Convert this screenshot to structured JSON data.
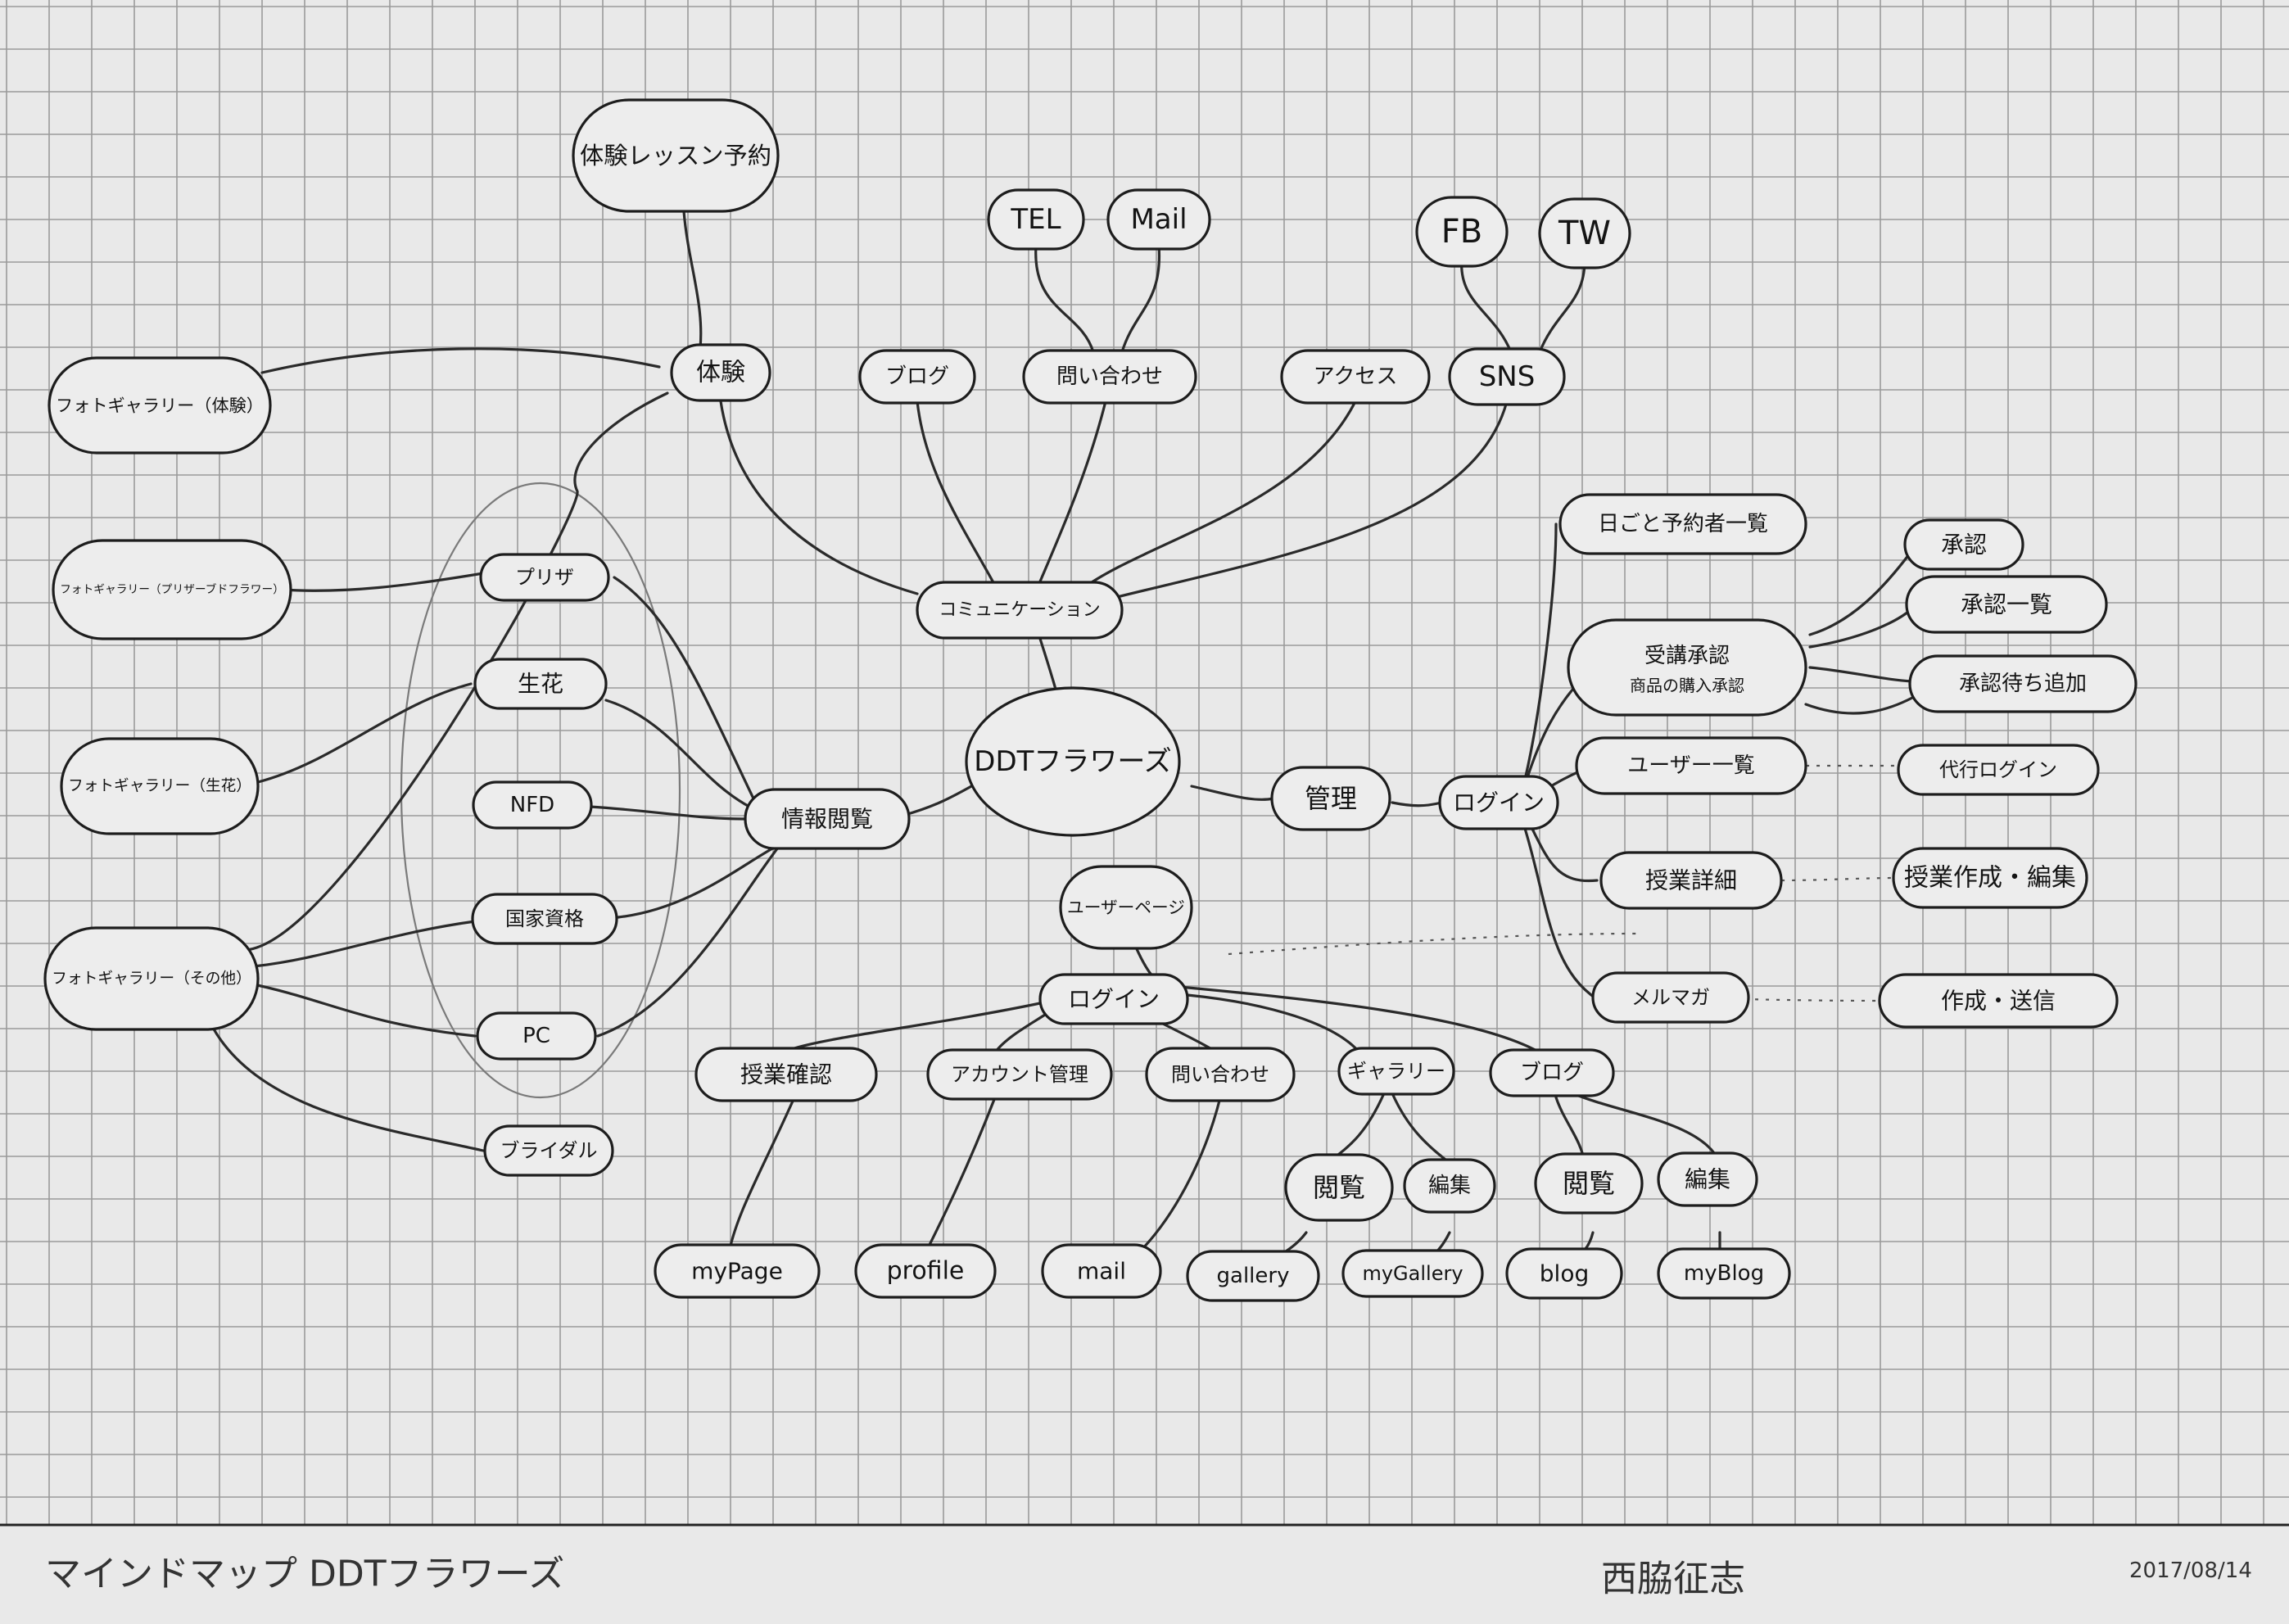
{
  "sheet": {
    "title": "マインドマップ DDTフラワーズ",
    "author": "西脇征志",
    "date": "2017/08/14"
  },
  "mindmap": {
    "root": "DDTフラワーズ",
    "nodes": {
      "taiken_lesson": "体験レッスン予約",
      "photo_taiken": "フォトギャラリー（体験）",
      "photo_prizer": "フォトギャラリー（プリザーブドフラワー）",
      "photo_seika": "フォトギャラリー（生花）",
      "photo_other": "フォトギャラリー（その他）",
      "taiken": "体験",
      "blog": "ブログ",
      "toiawase": "問い合わせ",
      "access": "アクセス",
      "sns": "SNS",
      "tel": "TEL",
      "mail": "Mail",
      "fb": "FB",
      "tw": "TW",
      "comm": "コミュニケーション",
      "prizer": "プリザ",
      "seika": "生花",
      "nfd": "NFD",
      "kokka": "国家資格",
      "pc": "PC",
      "bridal": "ブライダル",
      "joho": "情報閲覧",
      "kanri": "管理",
      "login_admin": "ログイン",
      "nichiji": "日ごと予約者一覧",
      "juko": "受講承認",
      "juko_sub": "商品の購入承認",
      "shonin": "承認",
      "shonin_list": "承認一覧",
      "shonin_machi": "承認待ち追加",
      "user_list": "ユーザー一覧",
      "dairi": "代行ログイン",
      "jugyo_shosai": "授業詳細",
      "jugyo_sakusei": "授業作成・編集",
      "mailmaga": "メルマガ",
      "sakusei_soshin": "作成・送信",
      "user_page": "ユーザーページ",
      "login_user": "ログイン",
      "jugyo_kakunin": "授業確認",
      "account": "アカウント管理",
      "toiawase_u": "問い合わせ",
      "gallery": "ギャラリー",
      "blog_u": "ブログ",
      "etsuran_g": "閲覧",
      "henshu_g": "編集",
      "etsuran_b": "閲覧",
      "henshu_b": "編集",
      "mypage": "myPage",
      "profile": "profile",
      "mail_u": "mail",
      "gallery_leaf": "gallery",
      "mygallery": "myGallery",
      "blog_leaf": "blog",
      "myblog": "myBlog"
    }
  }
}
